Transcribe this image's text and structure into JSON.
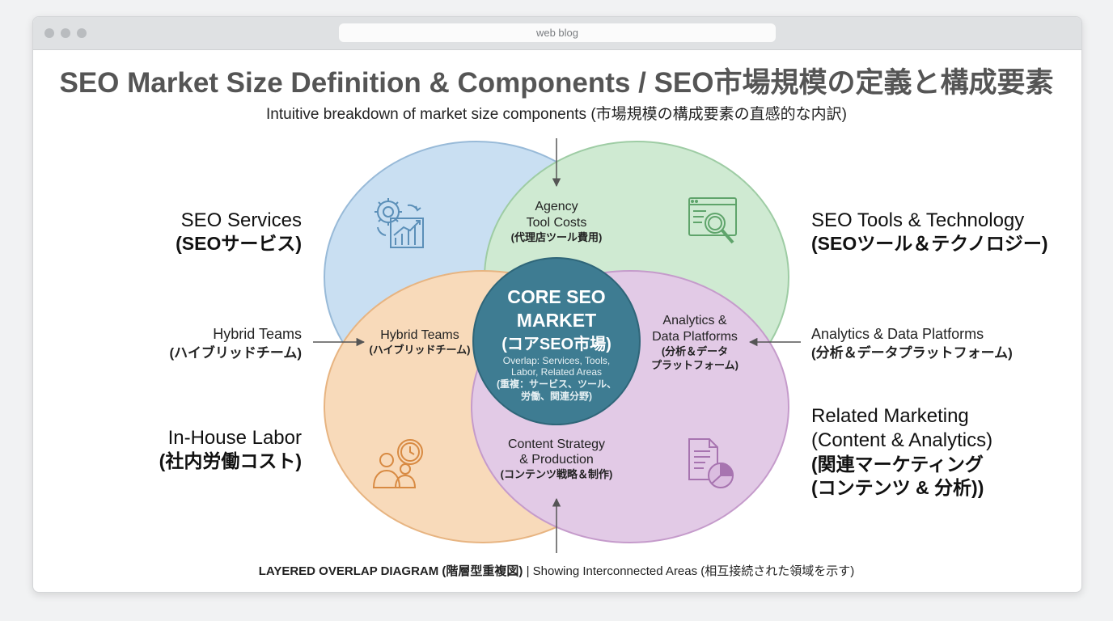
{
  "browser": {
    "url": "web blog"
  },
  "header": {
    "title": "SEO Market Size Definition & Components / SEO市場規模の定義と構成要素",
    "subtitle": "Intuitive breakdown of market size components (市場規模の構成要素の直感的な内訳)"
  },
  "colors": {
    "services": "#bcd8ef",
    "tools": "#c4e6c8",
    "labor": "#f7d1aa",
    "marketing": "#dbbde0",
    "core": "#3e7c92"
  },
  "circles": {
    "services": {
      "label_en": "SEO Services",
      "label_jp": "(SEOサービス)",
      "icon": "gear-growth-chart-icon"
    },
    "tools": {
      "label_en": "SEO Tools & Technology",
      "label_jp": "(SEOツール＆テクノロジー)",
      "icon": "browser-magnifier-icon"
    },
    "labor": {
      "label_en": "In-House Labor",
      "label_jp": "(社内労働コスト)",
      "icon": "people-clock-icon"
    },
    "marketing": {
      "label_en_1": "Related Marketing",
      "label_en_2": "(Content & Analytics)",
      "label_jp_1": "(関連マーケティング",
      "label_jp_2": "(コンテンツ & 分析))",
      "icon": "document-pie-chart-icon"
    }
  },
  "overlaps": {
    "agency": {
      "line1": "Agency",
      "line2": "Tool Costs",
      "jp": "(代理店ツール費用)"
    },
    "hybrid": {
      "en": "Hybrid Teams",
      "jp": "(ハイブリッドチーム)"
    },
    "analytics": {
      "line1": "Analytics &",
      "line2": "Data Platforms",
      "jp1": "(分析＆データ",
      "jp2": "プラットフォーム)"
    },
    "content": {
      "line1": "Content Strategy",
      "line2": "& Production",
      "jp": "(コンテンツ戦略＆制作)"
    }
  },
  "core": {
    "line1": "CORE SEO",
    "line2": "MARKET",
    "line3": "(コアSEO市場)",
    "detail1": "Overlap: Services, Tools,",
    "detail2": "Labor, Related Areas",
    "detail3": "(重複：サービス、ツール、",
    "detail4": "労働、関連分野)"
  },
  "callouts": {
    "hybrid_en": "Hybrid Teams",
    "hybrid_jp": "(ハイブリッドチーム)",
    "analytics_en": "Analytics & Data Platforms",
    "analytics_jp": "(分析＆データプラットフォーム)"
  },
  "footer": {
    "bold": "LAYERED OVERLAP DIAGRAM (階層型重複図)",
    "rest": " | Showing Interconnected Areas (相互接続された領域を示す)"
  }
}
